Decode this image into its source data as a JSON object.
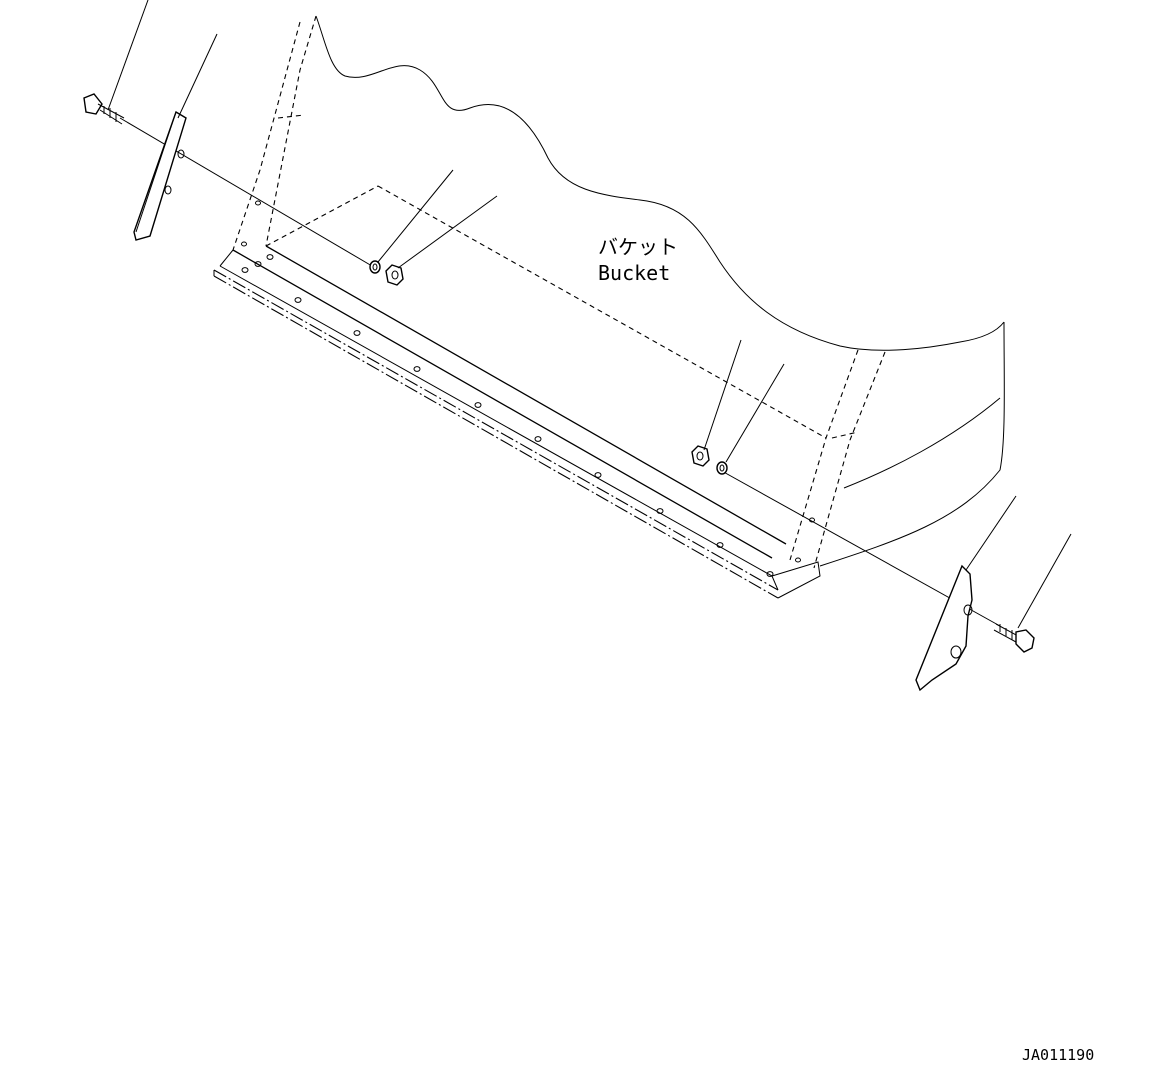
{
  "diagram": {
    "label_japanese": "バケット",
    "label_english": "Bucket",
    "drawing_number": "JA011190"
  }
}
